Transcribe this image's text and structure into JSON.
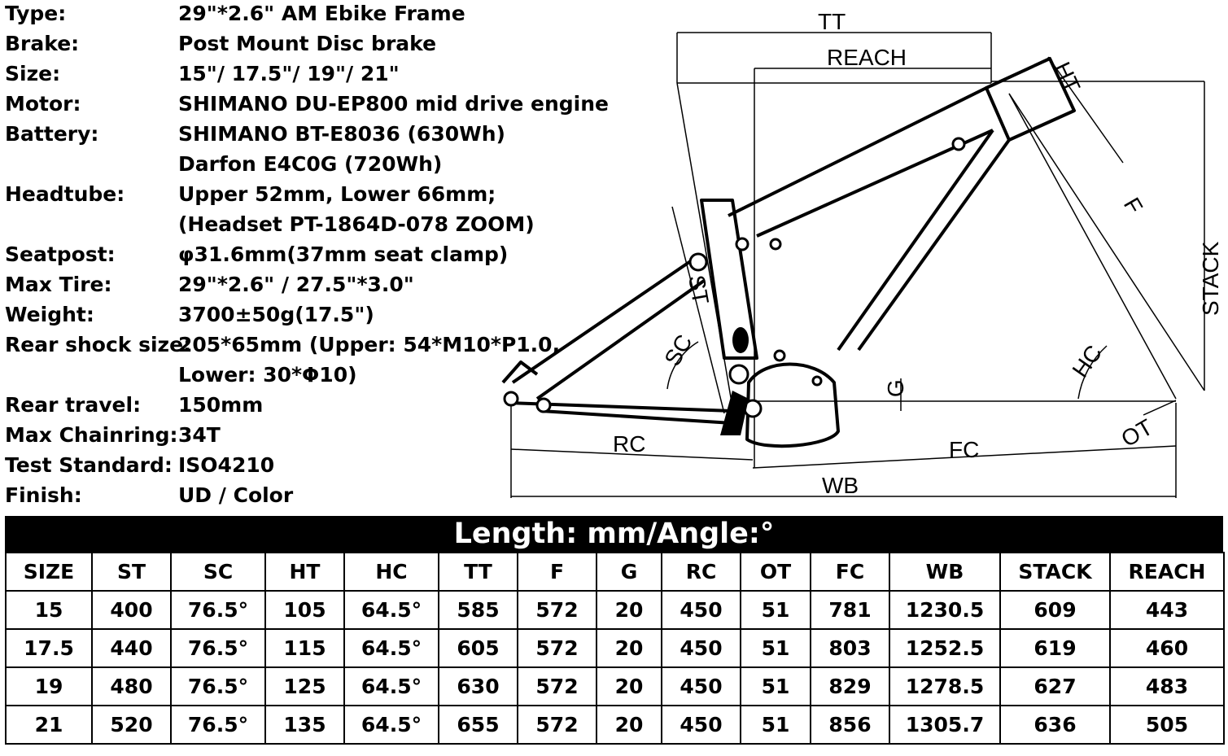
{
  "specs": [
    {
      "label": "Type:",
      "value": "29\"*2.6\" AM Ebike Frame"
    },
    {
      "label": "Brake:",
      "value": "Post Mount Disc brake"
    },
    {
      "label": "Size:",
      "value": "15\"/ 17.5\"/ 19\"/ 21\""
    },
    {
      "label": "Motor:",
      "value": "SHIMANO DU-EP800 mid drive engine"
    },
    {
      "label": "Battery:",
      "value": "SHIMANO BT-E8036 (630Wh)"
    },
    {
      "label": "",
      "value": "Darfon E4C0G (720Wh)"
    },
    {
      "label": "Headtube:",
      "value": "Upper 52mm, Lower 66mm;"
    },
    {
      "label": "",
      "value": "(Headset PT-1864D-078 ZOOM)"
    },
    {
      "label": "Seatpost:",
      "value": "φ31.6mm(37mm seat clamp)"
    },
    {
      "label": "Max Tire:",
      "value": "29\"*2.6\" / 27.5\"*3.0\""
    },
    {
      "label": "Weight:",
      "value": "3700±50g(17.5\")"
    },
    {
      "label": "Rear shock size:",
      "value": "205*65mm (Upper: 54*M10*P1.0,"
    },
    {
      "label": "",
      "value": "Lower: 30*Φ10)"
    },
    {
      "label": "Rear travel:",
      "value": "150mm"
    },
    {
      "label": "Max Chainring:",
      "value": "34T"
    },
    {
      "label": "Test Standard:",
      "value": "ISO4210"
    },
    {
      "label": "Finish:",
      "value": "UD / Color"
    }
  ],
  "diagram_labels": {
    "tt": "TT",
    "reach": "REACH",
    "ht": "HT",
    "f": "F",
    "stack": "STACK",
    "st": "ST",
    "sc": "SC",
    "hc": "HC",
    "g": "G",
    "ot": "OT",
    "rc": "RC",
    "fc": "FC",
    "wb": "WB"
  },
  "table": {
    "title": "Length: mm/Angle:°",
    "headers": [
      "SIZE",
      "ST",
      "SC",
      "HT",
      "HC",
      "TT",
      "F",
      "G",
      "RC",
      "OT",
      "FC",
      "WB",
      "STACK",
      "REACH"
    ],
    "rows": [
      [
        "15",
        "400",
        "76.5°",
        "105",
        "64.5°",
        "585",
        "572",
        "20",
        "450",
        "51",
        "781",
        "1230.5",
        "609",
        "443"
      ],
      [
        "17.5",
        "440",
        "76.5°",
        "115",
        "64.5°",
        "605",
        "572",
        "20",
        "450",
        "51",
        "803",
        "1252.5",
        "619",
        "460"
      ],
      [
        "19",
        "480",
        "76.5°",
        "125",
        "64.5°",
        "630",
        "572",
        "20",
        "450",
        "51",
        "829",
        "1278.5",
        "627",
        "483"
      ],
      [
        "21",
        "520",
        "76.5°",
        "135",
        "64.5°",
        "655",
        "572",
        "20",
        "450",
        "51",
        "856",
        "1305.7",
        "636",
        "505"
      ]
    ]
  }
}
